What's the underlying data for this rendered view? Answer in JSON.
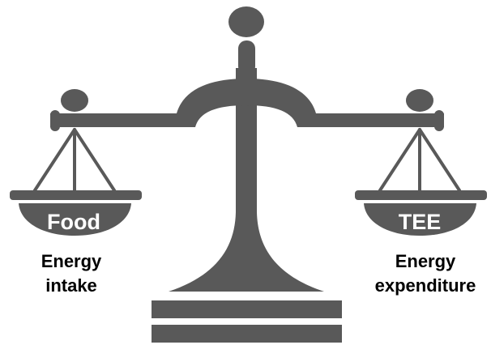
{
  "colors": {
    "scale": "#595959",
    "pan_text": "#ffffff",
    "caption_text": "#000000",
    "background": "#ffffff"
  },
  "left_pan": {
    "label": "Food",
    "caption_line1": "Energy",
    "caption_line2": "intake"
  },
  "right_pan": {
    "label": "TEE",
    "caption_line1": "Energy",
    "caption_line2": "expenditure"
  }
}
